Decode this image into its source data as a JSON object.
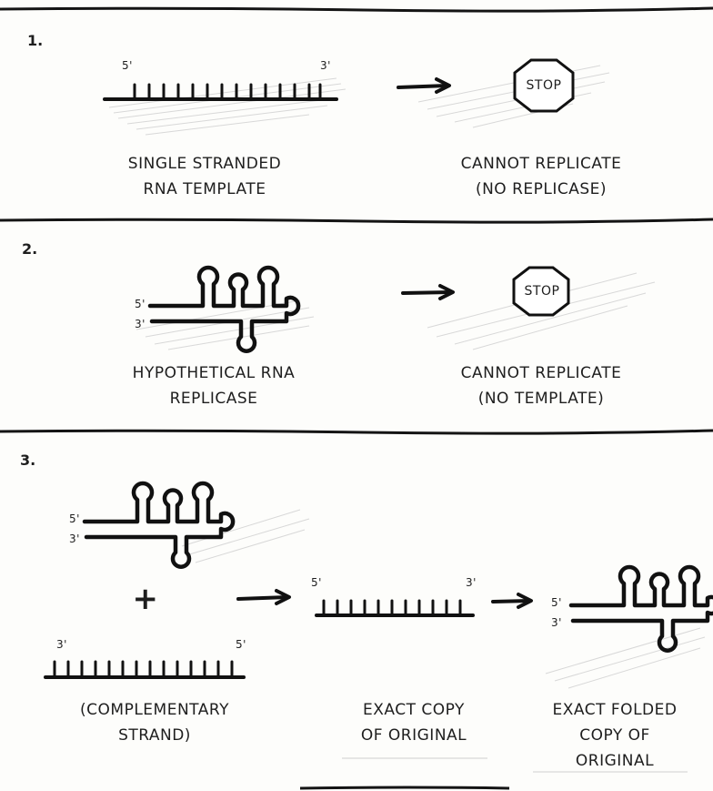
{
  "panels": [
    {
      "number": "1.",
      "left_caption": [
        "SINGLE STRANDED",
        "RNA TEMPLATE"
      ],
      "stop_sign": "STOP",
      "right_caption": [
        "CANNOT REPLICATE",
        "(NO REPLICASE)"
      ]
    },
    {
      "number": "2.",
      "left_caption": [
        "HYPOTHETICAL RNA",
        "REPLICASE"
      ],
      "stop_sign": "STOP",
      "right_caption": [
        "CANNOT REPLICATE",
        "(NO TEMPLATE)"
      ]
    },
    {
      "number": "3.",
      "plus": "+",
      "strand_caption": [
        "(COMPLEMENTARY",
        "STRAND)"
      ],
      "copy_caption": [
        "EXACT COPY",
        "OF ORIGINAL"
      ],
      "folded_caption": [
        "EXACT FOLDED",
        "COPY OF",
        "ORIGINAL"
      ]
    }
  ],
  "end_labels": {
    "five_prime": "5'",
    "three_prime": "3'"
  }
}
